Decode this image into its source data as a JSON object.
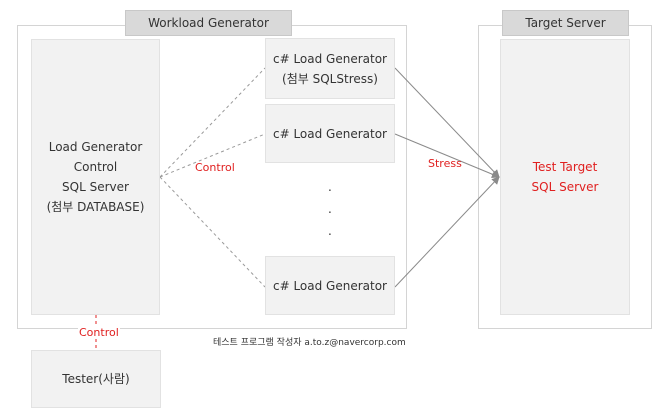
{
  "workload_generator": {
    "title": "Workload Generator",
    "control_box": {
      "line1": "Load Generator",
      "line2": "Control",
      "line3": "SQL Server",
      "line4": "(첨부 DATABASE)"
    },
    "generators": [
      {
        "line1": "c# Load Generator",
        "line2": "(첨부 SQLStress)"
      },
      {
        "line1": "c# Load Generator"
      },
      {
        "line1": "c# Load Generator"
      }
    ],
    "ellipsis": [
      ".",
      ".",
      "."
    ]
  },
  "target_server": {
    "title": "Target Server",
    "box": {
      "line1": "Test Target",
      "line2": "SQL Server"
    }
  },
  "labels": {
    "control_fanout": "Control",
    "stress": "Stress",
    "control_tester": "Control"
  },
  "tester": {
    "label": "Tester(사람)"
  },
  "footer_note": "테스트 프로그램 작성자 a.to.z@navercorp.com",
  "colors": {
    "accent_red": "#e02020",
    "box_fill": "#f2f2f2",
    "header_fill": "#d9d9d9",
    "line_gray": "#9a9a9a"
  }
}
